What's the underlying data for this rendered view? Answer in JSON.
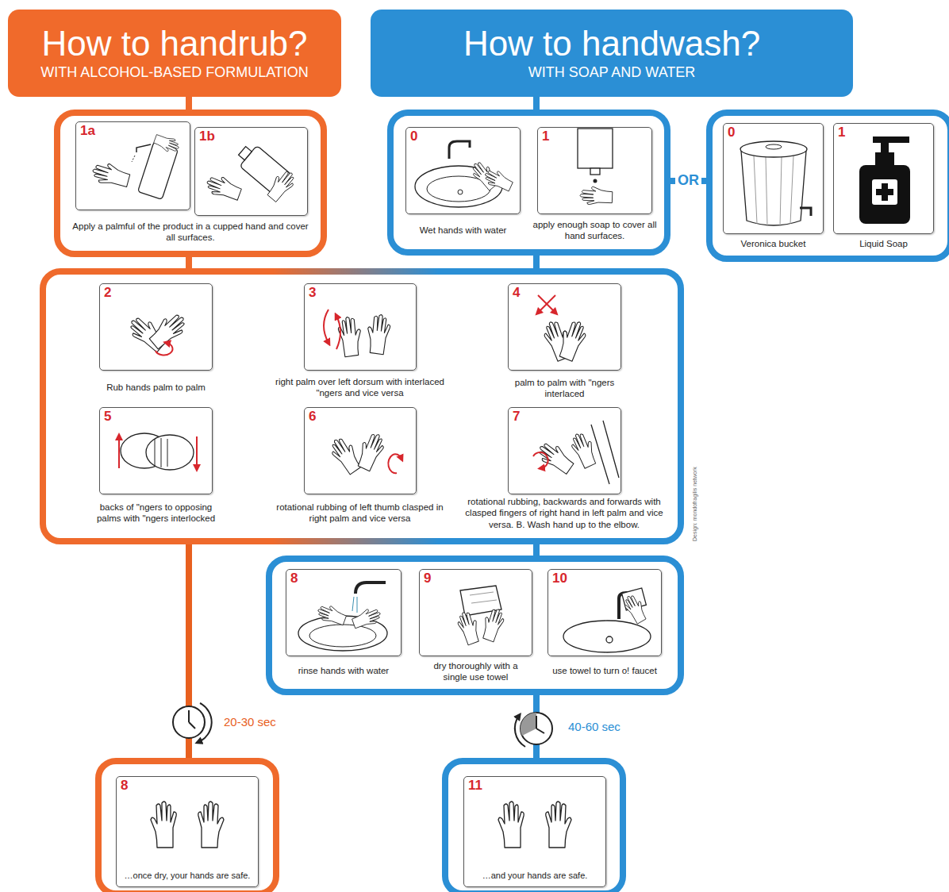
{
  "diagram": {
    "nodes": [
      {
        "text": [
          "How to handrub?",
          "WITH ALCOHOL-BASED FORMULATION"
        ]
      },
      {
        "text": [
          "How to handwash?",
          "WITH SOAP AND WATER"
        ]
      },
      {
        "text": [
          "Apply a palmful of the product in a cupped hand and cover all surfaces."
        ]
      },
      {
        "text": [
          "1a"
        ],
        "in": 2
      },
      {
        "text": [
          "1b"
        ],
        "in": 2
      },
      {
        "text": []
      },
      {
        "text": [
          "0",
          "Wet hands with water"
        ],
        "in": 5
      },
      {
        "text": [
          "1",
          "apply enough soap to cover all hand surfaces."
        ],
        "in": 5
      },
      {
        "text": []
      },
      {
        "text": [
          "0",
          "Veronica bucket"
        ],
        "in": 8
      },
      {
        "text": [
          "1",
          "Liquid Soap"
        ],
        "in": 8
      },
      {
        "text": []
      },
      {
        "text": [
          "2",
          "Rub hands palm to palm"
        ],
        "in": 11
      },
      {
        "text": [
          "3",
          "right palm over left dorsum with interlaced \"ngers and vice versa"
        ],
        "in": 11
      },
      {
        "text": [
          "4",
          "palm to palm with \"ngers interlaced"
        ],
        "in": 11
      },
      {
        "text": [
          "5",
          "backs of \"ngers to opposing palms with \"ngers interlocked"
        ],
        "in": 11
      },
      {
        "text": [
          "6",
          "rotational rubbing of left thumb clasped in right palm and vice versa"
        ],
        "in": 11
      },
      {
        "text": [
          "7",
          "rotational rubbing, backwards and forwards with clasped fingers of right hand in left palm and vice versa. B. Wash hand up to the elbow."
        ],
        "in": 11
      },
      {
        "text": []
      },
      {
        "text": [
          "8",
          "rinse hands with water"
        ],
        "in": 18
      },
      {
        "text": [
          "9",
          "dry thoroughly with a single use towel"
        ],
        "in": 18
      },
      {
        "text": [
          "10",
          "use towel to turn o! faucet"
        ],
        "in": 18
      },
      {
        "text": []
      },
      {
        "text": [
          "8",
          "…once dry, your hands are safe."
        ],
        "in": 22
      },
      {
        "text": []
      },
      {
        "text": [
          "11",
          "…and your hands are safe."
        ],
        "in": 24
      }
    ],
    "edges": [
      {
        "from": 0,
        "to": 2,
        "arrow": "none"
      },
      {
        "from": 2,
        "to": 11,
        "arrow": "none"
      },
      {
        "from": 11,
        "to": 22,
        "arrow": "none",
        "label": "20-30 sec"
      },
      {
        "from": 1,
        "to": 5,
        "arrow": "none"
      },
      {
        "from": 5,
        "to": 8,
        "arrow": "none",
        "label": "OR"
      },
      {
        "from": 5,
        "to": 11,
        "arrow": "none"
      },
      {
        "from": 11,
        "to": 18,
        "arrow": "none"
      },
      {
        "from": 18,
        "to": 24,
        "arrow": "none",
        "label": "40-60 sec"
      }
    ],
    "labels": [
      "Design: mondofragilis network"
    ]
  }
}
